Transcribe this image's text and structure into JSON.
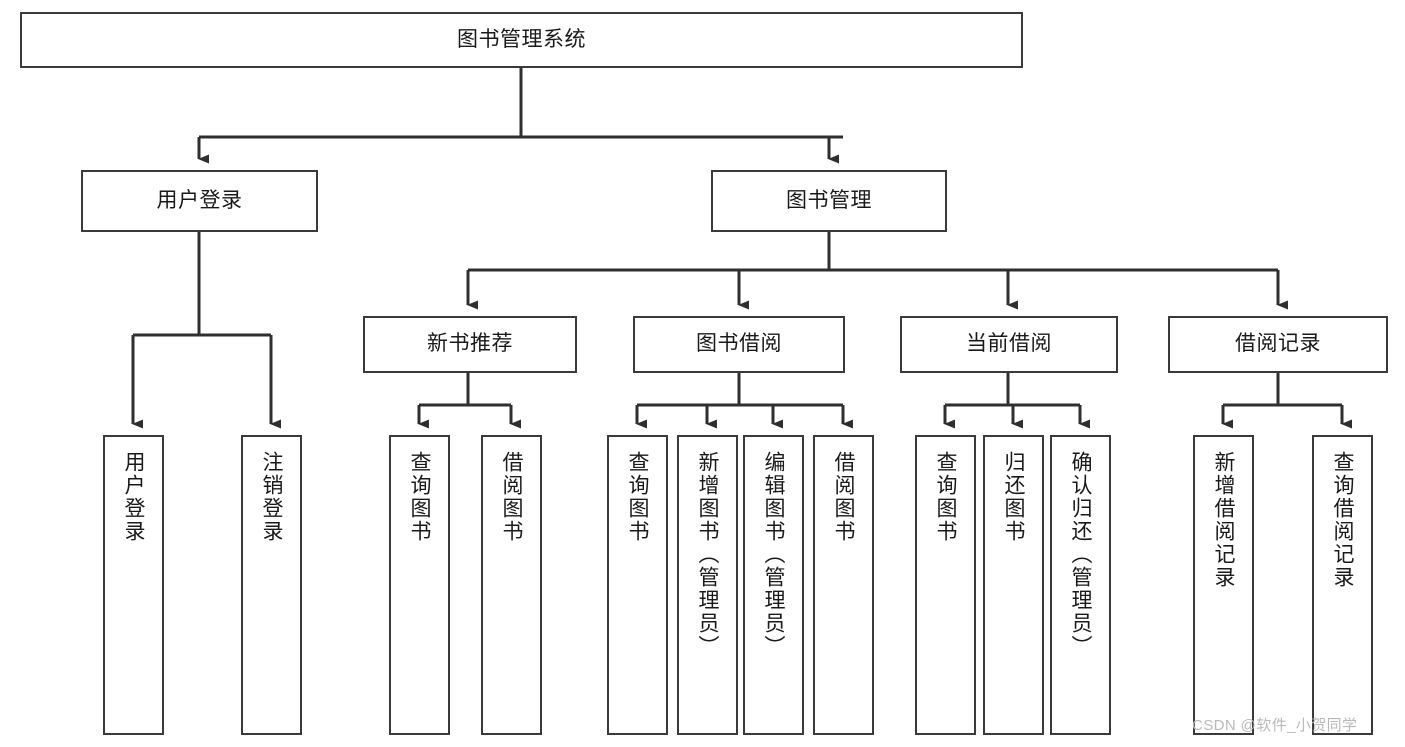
{
  "diagram": {
    "title": "图书管理系统",
    "type": "tree-hierarchy",
    "watermark": "CSDN @软件_小贺同学",
    "colors": {
      "border": "#3a3a3a",
      "fill": "#ffffff",
      "text": "#1a1a1a",
      "edge": "#2f2f2f",
      "watermark": "#b9b9b9"
    },
    "nodes": {
      "root": {
        "label": "图书管理系统"
      },
      "level2": [
        {
          "label": "用户登录"
        },
        {
          "label": "图书管理"
        }
      ],
      "level3": [
        {
          "label": "新书推荐"
        },
        {
          "label": "图书借阅"
        },
        {
          "label": "当前借阅"
        },
        {
          "label": "借阅记录"
        }
      ],
      "leaves": {
        "user_login": [
          {
            "label": "用户登录"
          },
          {
            "label": "注销登录"
          }
        ],
        "new_book_recommend": [
          {
            "label": "查询图书"
          },
          {
            "label": "借阅图书"
          }
        ],
        "book_borrow": [
          {
            "label": "查询图书"
          },
          {
            "label": "新增图书（管理员）"
          },
          {
            "label": "编辑图书（管理员）"
          },
          {
            "label": "借阅图书"
          }
        ],
        "current_borrow": [
          {
            "label": "查询图书"
          },
          {
            "label": "归还图书"
          },
          {
            "label": "确认归还（管理员）"
          }
        ],
        "borrow_records": [
          {
            "label": "新增借阅记录"
          },
          {
            "label": "查询借阅记录"
          }
        ]
      }
    }
  }
}
